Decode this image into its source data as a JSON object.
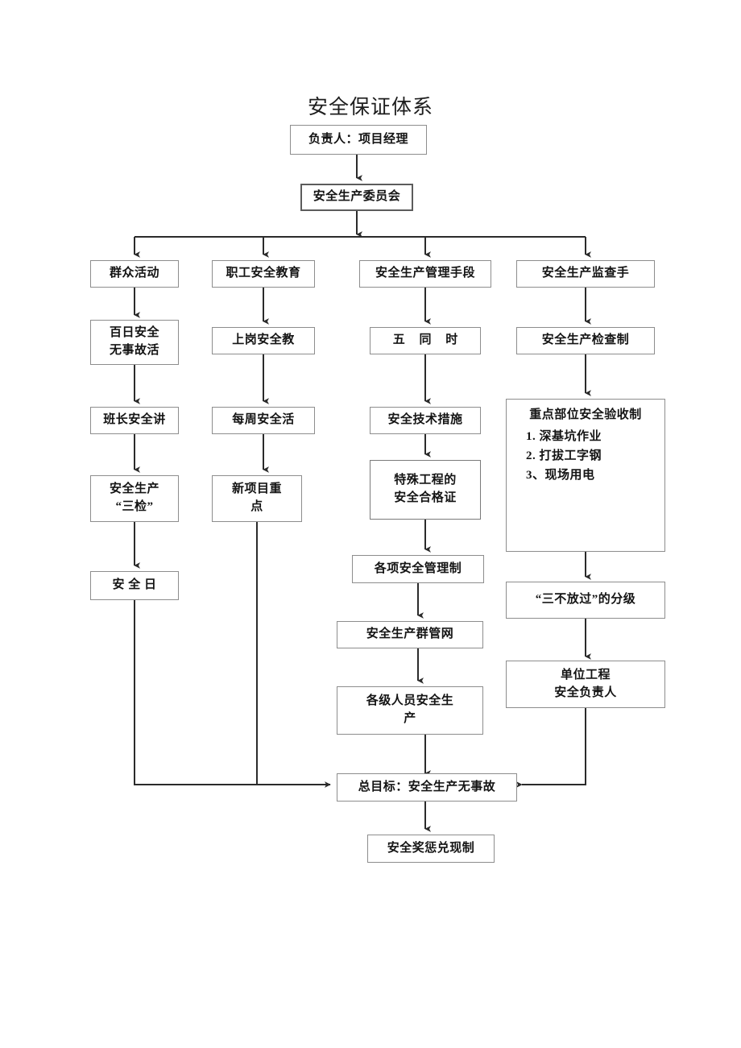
{
  "diagram": {
    "title": "安全保证体系",
    "type": "flowchart",
    "orientation": "top-down",
    "colors": {
      "background": "#ffffff",
      "box_border": "#8d8d8d",
      "box_border_strong": "#5c5c5c",
      "connector": "#2b2b2b",
      "text": "#141414"
    },
    "nodes": {
      "leader": {
        "label": "负责人：项目经理"
      },
      "committee": {
        "label": "安全生产委员会"
      },
      "col1_head": {
        "label": "群众活动"
      },
      "col1_n1_line1": "百日安全",
      "col1_n1_line2": "无事故活",
      "col1_n2": {
        "label": "班长安全讲"
      },
      "col1_n3_line1": "安全生产",
      "col1_n3_line2": "“三检”",
      "col1_n4": {
        "label": "安 全 日"
      },
      "col2_head": {
        "label": "职工安全教育"
      },
      "col2_n1": {
        "label": "上岗安全教"
      },
      "col2_n2": {
        "label": "每周安全活"
      },
      "col2_n3_line1": "新项目重",
      "col2_n3_line2": "点",
      "col3_head": {
        "label": "安全生产管理手段"
      },
      "col3_n1": {
        "label": "五 同 时"
      },
      "col3_n2": {
        "label": "安全技术措施"
      },
      "col3_n3_line1": "特殊工程的",
      "col3_n3_line2": "安全合格证",
      "col3_n4": {
        "label": "各项安全管理制"
      },
      "col3_n5": {
        "label": "安全生产群管网"
      },
      "col3_n6_line1": "各级人员安全生",
      "col3_n6_line2": "产",
      "col4_head": {
        "label": "安全生产监查手"
      },
      "col4_n1": {
        "label": "安全生产检查制"
      },
      "col4_n2_head": "重点部位安全验收制",
      "col4_n2_item1": "1.  深基坑作业",
      "col4_n2_item2": "2.  打拔工字钢",
      "col4_n2_item3": "3、现场用电",
      "col4_n3": {
        "label": "“三不放过”的分级"
      },
      "col4_n4_line1": "单位工程",
      "col4_n4_line2": "安全负责人",
      "goal": {
        "label": "总目标：安全生产无事故"
      },
      "reward": {
        "label": "安全奖惩兑现制"
      }
    }
  }
}
